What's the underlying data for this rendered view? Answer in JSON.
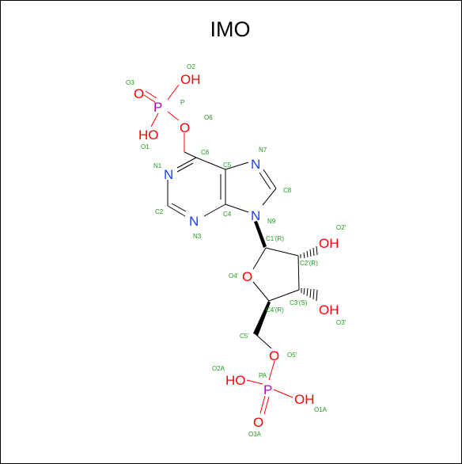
{
  "title": "IMO",
  "colors": {
    "oxygen": "#ff0000",
    "nitrogen": "#1a3cff",
    "phosphorus": "#c000c0",
    "label": "#1a9a1a",
    "bond": "#000000"
  },
  "atoms": {
    "oh_p_top": "OH",
    "o_p_dbl": "O",
    "p_top": "P",
    "ho_p_top": "HO",
    "o_ester": "O",
    "n_1": "N",
    "n_3": "N",
    "n_7": "N",
    "n_9": "N",
    "o_ring": "O",
    "oh_2prime": "OH",
    "oh_3prime": "OH",
    "o_5prime": "O",
    "ho_pa": "HO",
    "p_a": "P",
    "oh_pa": "OH",
    "o_pa_dbl": "O"
  },
  "labels": {
    "o2": "O2",
    "o3": "O3",
    "p": "P",
    "o6": "O6",
    "o1": "O1",
    "c6": "C6",
    "n1": "N1",
    "n7": "N7",
    "c5": "C5",
    "c8": "C8",
    "c2": "C2",
    "c4": "C4",
    "n9": "N9",
    "n3": "N3",
    "c1p": "C1'(R)",
    "o2p": "O2'",
    "c2p": "C2'(R)",
    "o4p": "O4'",
    "c3p": "C3'(S)",
    "c4p": "C4'(R)",
    "o3p": "O3'",
    "c5p": "C5'",
    "o5p": "O5'",
    "o2a": "O2A",
    "pa": "PA",
    "o1a": "O1A",
    "o3a": "O3A"
  }
}
